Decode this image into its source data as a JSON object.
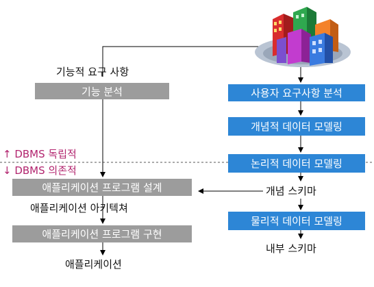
{
  "left": {
    "requirements_label": "기능적 요구 사항",
    "func_analysis": "기능 분석",
    "app_design": "애플리케이션 프로그램 설계",
    "architecture_label": "애플리케이션 아키텍쳐",
    "app_impl": "애플리케이션 프로그램 구현",
    "application_label": "애플리케이션"
  },
  "right": {
    "user_req_analysis": "사용자 요구사항 분석",
    "conceptual_modeling": "개념적 데이터 모델링",
    "logical_modeling": "논리적 데이터 모델링",
    "conceptual_schema": "개념 스키마",
    "physical_modeling": "물리적 데이터 모델링",
    "internal_schema": "내부 스키마"
  },
  "divider": {
    "independent": "↑ DBMS 독립적",
    "dependent": "↓ DBMS 의존적"
  }
}
